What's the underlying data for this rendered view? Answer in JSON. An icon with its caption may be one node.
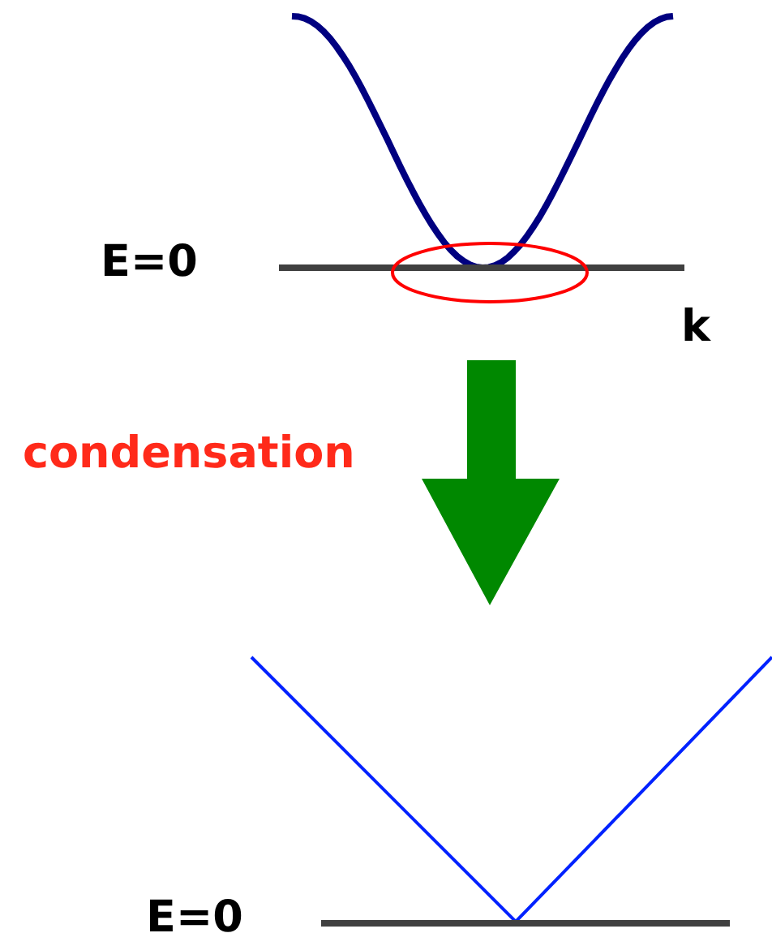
{
  "diagram": {
    "labels": [
      "E=0",
      "k",
      "condensation",
      "E=0"
    ]
  }
}
